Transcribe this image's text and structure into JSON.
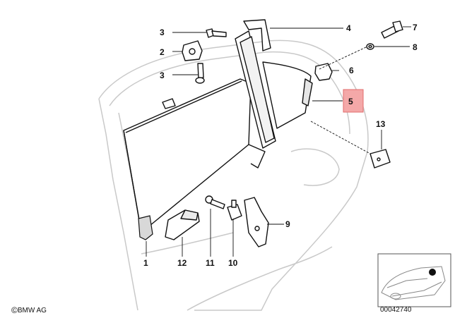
{
  "callouts": {
    "c1": "1",
    "c2": "2",
    "c3a": "3",
    "c3b": "3",
    "c4": "4",
    "c5": "5",
    "c6": "6",
    "c7": "7",
    "c8": "8",
    "c9": "9",
    "c10": "10",
    "c11": "11",
    "c12": "12",
    "c13": "13"
  },
  "highlight_color": "#f4a8a8",
  "footer": {
    "brand": "BMW AG",
    "copyright_symbol": "©",
    "doc_number": "00042740"
  }
}
